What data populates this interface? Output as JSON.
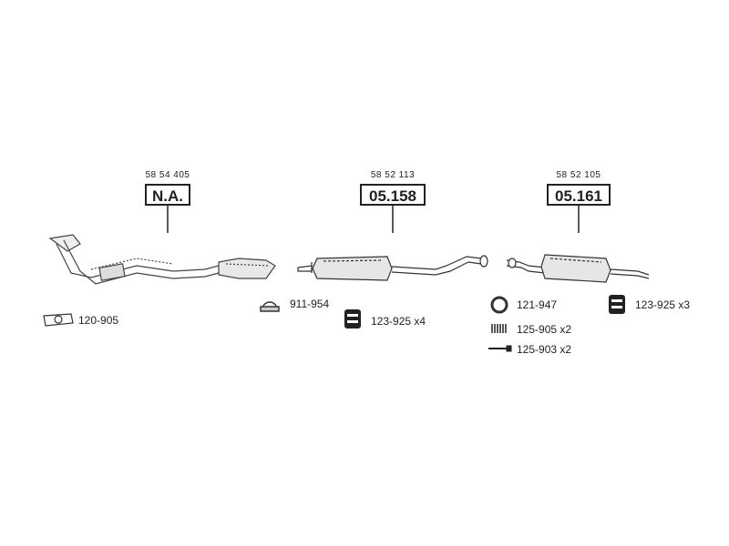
{
  "sections": [
    {
      "oem": "58 54 405",
      "part": "N.A."
    },
    {
      "oem": "58 52 113",
      "part": "05.158"
    },
    {
      "oem": "58 52 105",
      "part": "05.161"
    }
  ],
  "accessories": {
    "gasket_front": "120-905",
    "clamp": "911-954",
    "hanger_mid": "123-925 x4",
    "ring": "121-947",
    "hanger_rear": "123-925 x3",
    "spring": "125-905 x2",
    "bolt": "125-903 x2"
  }
}
